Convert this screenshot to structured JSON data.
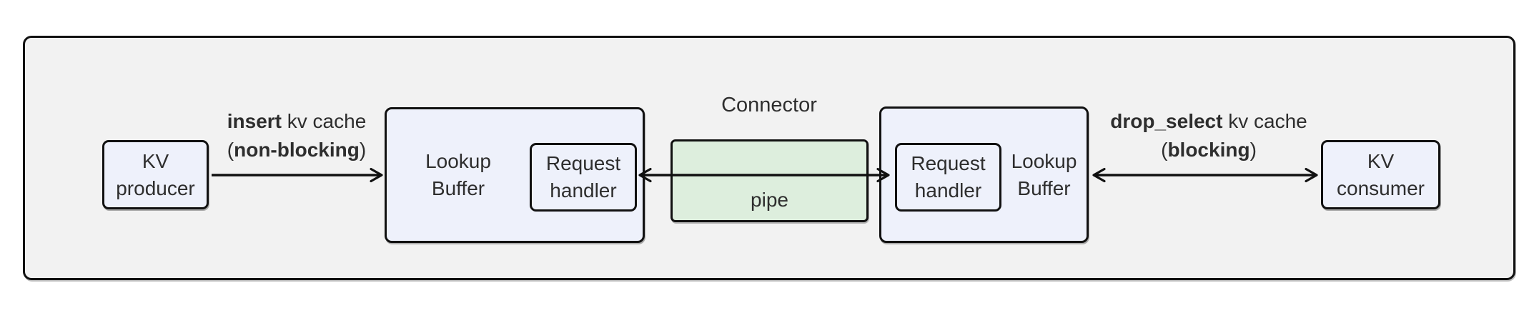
{
  "title": "Connector",
  "colors": {
    "canvas_bg": "#ffffff",
    "outer_fill": "#f2f2f2",
    "node_fill": "#eef1fb",
    "pipe_fill": "#ddeedd",
    "border": "#111111",
    "text": "#2e2e2e"
  },
  "nodes": {
    "kv_producer": {
      "line1": "KV",
      "line2": "producer"
    },
    "kv_consumer": {
      "line1": "KV",
      "line2": "consumer"
    },
    "lookup_buffer_left": {
      "name_line1": "Lookup",
      "name_line2": "Buffer"
    },
    "lookup_buffer_right": {
      "name_line1": "Lookup",
      "name_line2": "Buffer"
    },
    "request_handler_left": {
      "line1": "Request",
      "line2": "handler"
    },
    "request_handler_right": {
      "line1": "Request",
      "line2": "handler"
    },
    "pipe": {
      "label": "pipe"
    }
  },
  "edges": {
    "insert": {
      "op": "insert",
      "rest": " kv cache",
      "paren_open": "(",
      "mode": "non-blocking",
      "paren_close": ")"
    },
    "drop_select": {
      "op": "drop_select",
      "rest": " kv cache",
      "paren_open": "(",
      "mode": "blocking",
      "paren_close": ")"
    }
  }
}
